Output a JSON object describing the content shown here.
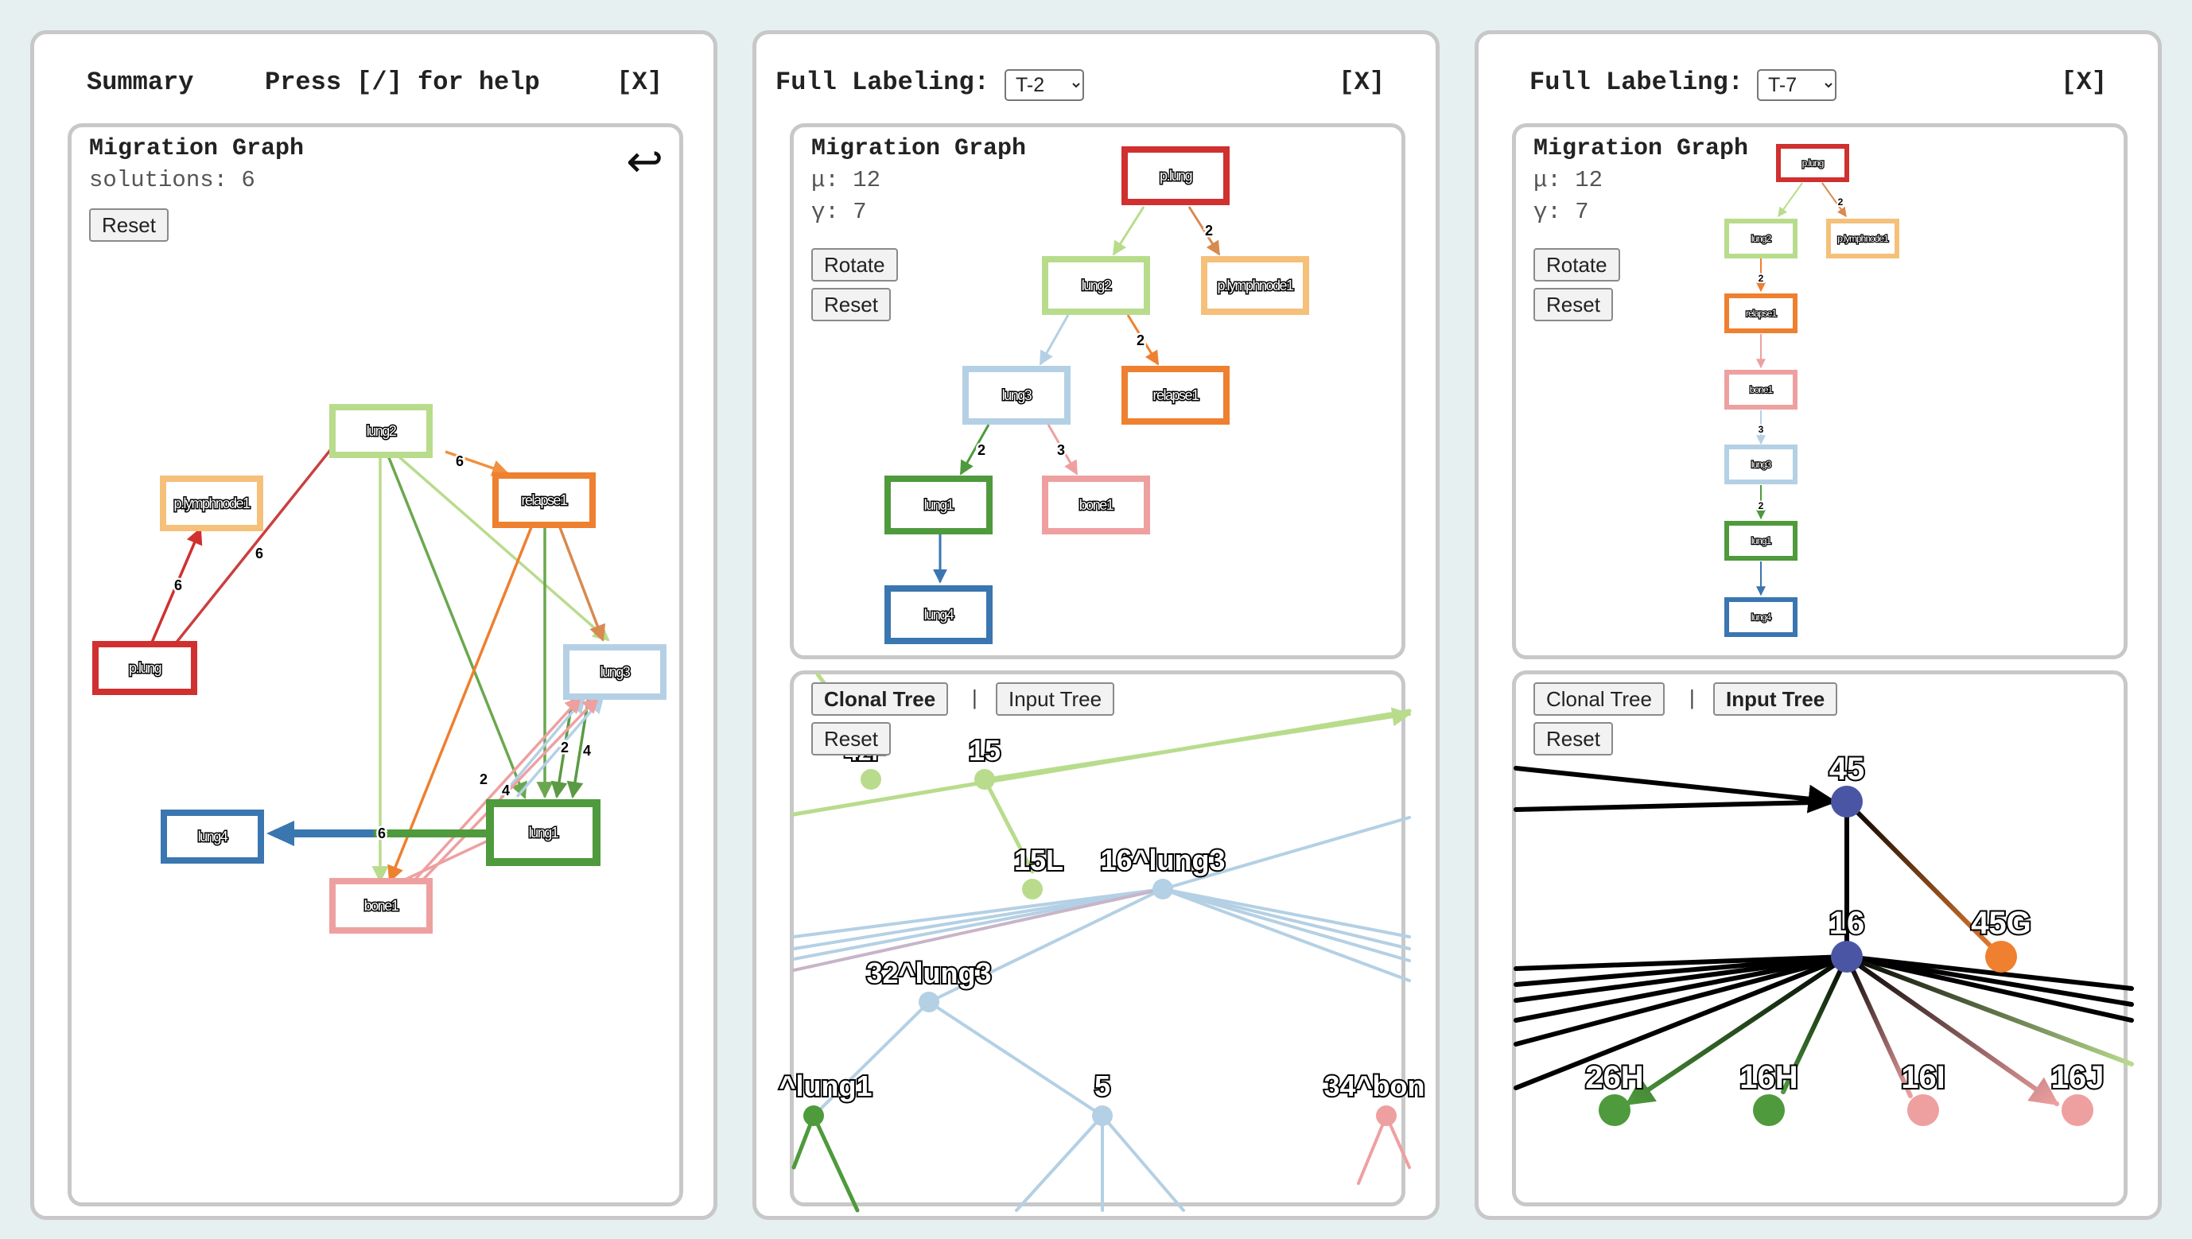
{
  "summary_panel": {
    "title": "Summary",
    "help": "Press [/] for help",
    "close": "[X]",
    "graph": {
      "title": "Migration Graph",
      "solutions": "solutions: 6",
      "reset": "Reset",
      "undo_icon": "return-arrow-icon",
      "nodes": {
        "plung": "p.lung",
        "lymph": "p.lymphnode1",
        "lung2": "lung2",
        "relapse": "relapse1",
        "lung3": "lung3",
        "lung1": "lung1",
        "lung4": "lung4",
        "bone1": "bone1"
      },
      "edge_labels": {
        "e1": "6",
        "e2": "6",
        "e3": "6",
        "e4": "6",
        "e5": "2",
        "e6": "4",
        "e7": "2",
        "e8": "4"
      }
    }
  },
  "labeling_panel_1": {
    "label": "Full Labeling:",
    "selected": "T-2",
    "close": "[X]",
    "graph": {
      "title": "Migration Graph",
      "mu": "μ: 12",
      "gamma": "γ: 7",
      "rotate": "Rotate",
      "reset": "Reset",
      "nodes": {
        "plung": "p.lung",
        "lung2": "lung2",
        "lymph": "p.lymphnode1",
        "lung3": "lung3",
        "relapse": "relapse1",
        "lung1": "lung1",
        "bone1": "bone1",
        "lung4": "lung4"
      },
      "edge_labels": {
        "e1": "2",
        "e2": "2",
        "e3": "2",
        "e4": "3"
      }
    },
    "tree": {
      "tab_clonal": "Clonal Tree",
      "divider": "|",
      "tab_input": "Input Tree",
      "reset": "Reset",
      "labels": {
        "n42": "42F",
        "n15": "15",
        "n15L": "15L",
        "n16": "16^lung3",
        "n32": "32^lung3",
        "n1": "^lung1",
        "n5": "5",
        "n34": "34^bon"
      }
    }
  },
  "labeling_panel_2": {
    "label": "Full Labeling:",
    "selected": "T-7",
    "close": "[X]",
    "graph": {
      "title": "Migration Graph",
      "mu": "μ: 12",
      "gamma": "γ: 7",
      "rotate": "Rotate",
      "reset": "Reset",
      "nodes": {
        "plung": "p.lung",
        "lung2": "lung2",
        "lymph": "p.lymphnode1",
        "relapse": "relapse1",
        "bone1": "bone1",
        "lung3": "lung3",
        "lung1": "lung1",
        "lung4": "lung4"
      },
      "edge_labels": {
        "e1": "2",
        "e2": "2",
        "e3": "3",
        "e4": "2"
      }
    },
    "tree": {
      "tab_clonal": "Clonal Tree",
      "divider": "|",
      "tab_input": "Input Tree",
      "reset": "Reset",
      "labels": {
        "n45": "45",
        "n16": "16",
        "n45G": "45G",
        "n26H": "26H",
        "n16H": "16H",
        "n16I": "16I",
        "n16J": "16J"
      }
    }
  },
  "colors": {
    "plung": "#d0302f",
    "lymph": "#f5c07a",
    "lung2": "#b8dc8c",
    "relapse": "#ee8030",
    "lung3": "#b4d0e4",
    "lung1": "#4e9a3c",
    "lung4": "#3a76b0",
    "bone1": "#eea0a0",
    "node_blue": "#4a56a4"
  }
}
